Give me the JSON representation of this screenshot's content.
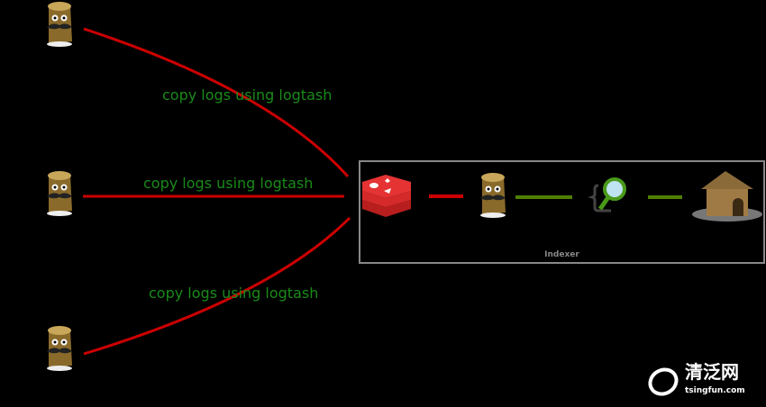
{
  "edges": [
    {
      "label": "copy logs using logtash"
    },
    {
      "label": "copy logs using logtash"
    },
    {
      "label": "copy logs using logtash"
    }
  ],
  "indexer": {
    "label": "Indexer"
  },
  "nodes": [
    "logstash-shipper-1",
    "logstash-shipper-2",
    "logstash-shipper-3",
    "redis",
    "logstash-indexer",
    "elasticsearch",
    "kibana-hut"
  ],
  "colors": {
    "ship_line": "#cc0000",
    "index_line": "#4f7f00",
    "label": "#1a8a1a"
  },
  "watermark": {
    "cn": "清泛网",
    "url": "tsingfun.com"
  }
}
